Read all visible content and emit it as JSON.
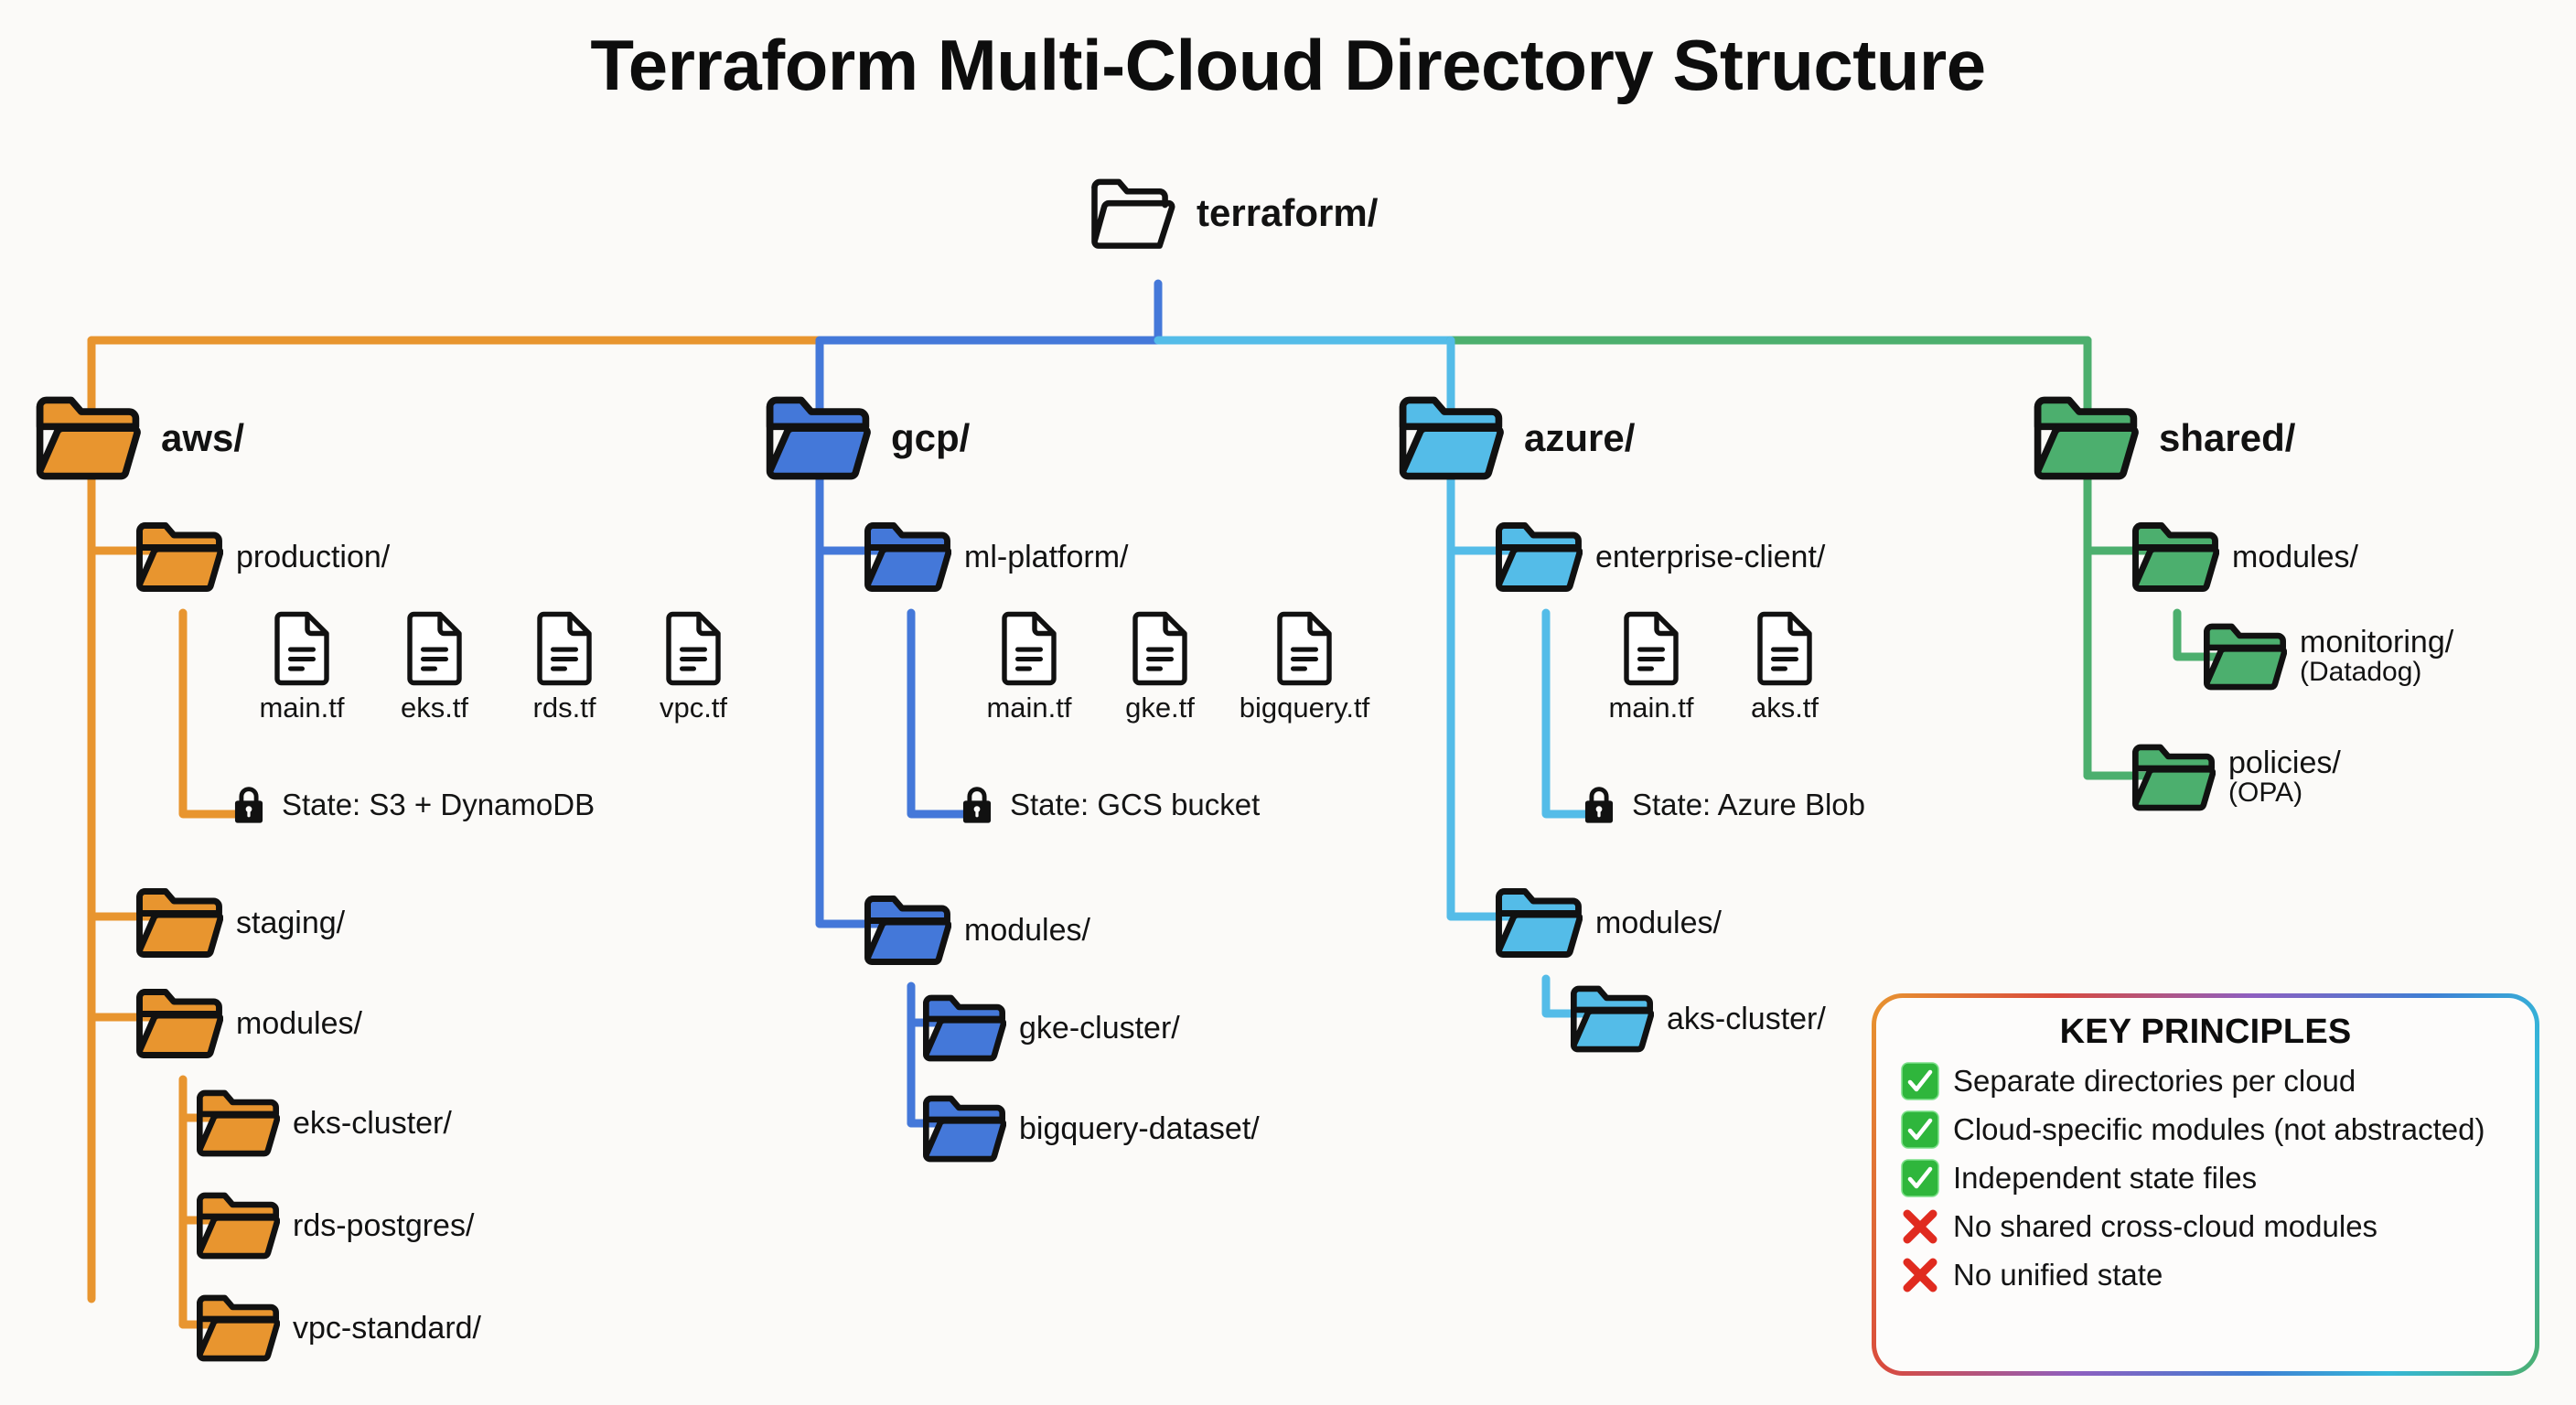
{
  "title": "Terraform Multi-Cloud Directory Structure",
  "colors": {
    "aws": "#E8952F",
    "gcp": "#4478D9",
    "azure": "#54BCE8",
    "shared": "#4CAF6E",
    "root_outline": "#111111",
    "background": "#fbfaf8",
    "check": "#2FB63C",
    "cross": "#E02B1F"
  },
  "root": {
    "label": "terraform/",
    "icon": "folder-outline-icon"
  },
  "branches": [
    {
      "id": "aws",
      "label": "aws/",
      "icon": "folder-icon",
      "children": [
        {
          "label": "production/",
          "icon": "folder-icon",
          "files": [
            "main.tf",
            "eks.tf",
            "rds.tf",
            "vpc.tf"
          ],
          "state": {
            "icon": "lock-icon",
            "text": "State: S3 + DynamoDB"
          }
        },
        {
          "label": "staging/",
          "icon": "folder-icon"
        },
        {
          "label": "modules/",
          "icon": "folder-icon",
          "children": [
            {
              "label": "eks-cluster/",
              "icon": "folder-icon"
            },
            {
              "label": "rds-postgres/",
              "icon": "folder-icon"
            },
            {
              "label": "vpc-standard/",
              "icon": "folder-icon"
            }
          ]
        }
      ]
    },
    {
      "id": "gcp",
      "label": "gcp/",
      "icon": "folder-icon",
      "children": [
        {
          "label": "ml-platform/",
          "icon": "folder-icon",
          "files": [
            "main.tf",
            "gke.tf",
            "bigquery.tf"
          ],
          "state": {
            "icon": "lock-icon",
            "text": "State: GCS bucket"
          }
        },
        {
          "label": "modules/",
          "icon": "folder-icon",
          "children": [
            {
              "label": "gke-cluster/",
              "icon": "folder-icon"
            },
            {
              "label": "bigquery-dataset/",
              "icon": "folder-icon"
            }
          ]
        }
      ]
    },
    {
      "id": "azure",
      "label": "azure/",
      "icon": "folder-icon",
      "children": [
        {
          "label": "enterprise-client/",
          "icon": "folder-icon",
          "files": [
            "main.tf",
            "aks.tf"
          ],
          "state": {
            "icon": "lock-icon",
            "text": "State: Azure Blob"
          }
        },
        {
          "label": "modules/",
          "icon": "folder-icon",
          "children": [
            {
              "label": "aks-cluster/",
              "icon": "folder-icon"
            }
          ]
        }
      ]
    },
    {
      "id": "shared",
      "label": "shared/",
      "icon": "folder-icon",
      "children": [
        {
          "label": "modules/",
          "icon": "folder-icon",
          "children": [
            {
              "label": "monitoring/",
              "sublabel": "(Datadog)",
              "icon": "folder-icon"
            }
          ]
        },
        {
          "label": "policies/",
          "sublabel": "(OPA)",
          "icon": "folder-icon"
        }
      ]
    }
  ],
  "key_principles": {
    "heading": "KEY PRINCIPLES",
    "items": [
      {
        "mark": "check-icon",
        "text": "Separate directories per cloud"
      },
      {
        "mark": "check-icon",
        "text": "Cloud-specific modules (not abstracted)"
      },
      {
        "mark": "check-icon",
        "text": "Independent state files"
      },
      {
        "mark": "cross-icon",
        "text": "No shared cross-cloud modules"
      },
      {
        "mark": "cross-icon",
        "text": "No unified state"
      }
    ]
  }
}
